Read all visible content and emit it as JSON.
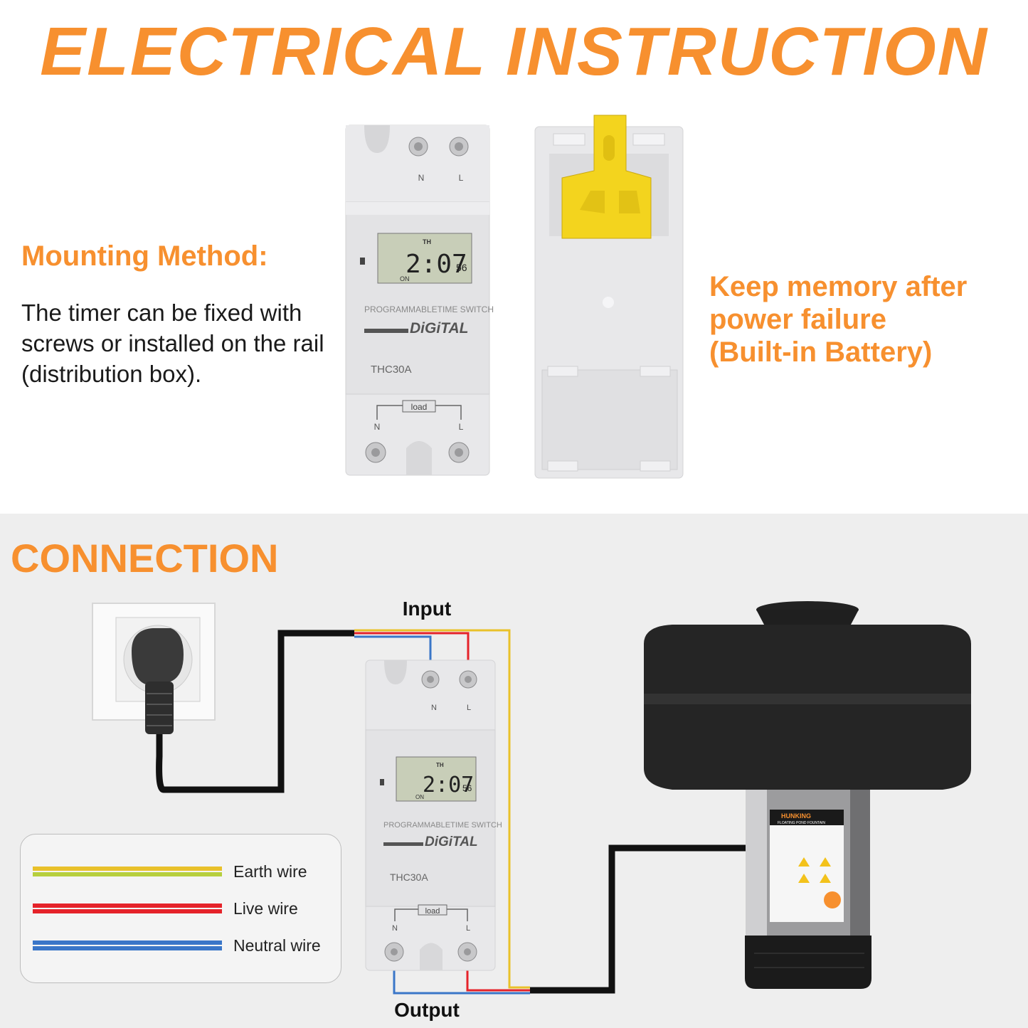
{
  "title": "ELECTRICAL INSTRUCTION",
  "mounting": {
    "heading": "Mounting Method:",
    "text": "The timer can be fixed with screws or installed on the rail (distribution box)."
  },
  "memory": {
    "line1": "Keep memory after",
    "line2": "power failure",
    "line3": "(Built-in Battery)"
  },
  "timer": {
    "terminal_n": "N",
    "terminal_l": "L",
    "display_day": "TH",
    "display_time": "2:07",
    "display_sec": "56",
    "display_state": "ON",
    "brand_line": "PROGRAMMABLETIME SWITCH",
    "digital": "DiGiTAL",
    "model": "THC30A",
    "load": "load"
  },
  "connection": {
    "heading": "CONNECTION",
    "input_label": "Input",
    "output_label": "Output"
  },
  "fountain_label": {
    "brand": "HUNKING",
    "product": "FLOATING POND FOUNTAIN"
  },
  "legend": [
    {
      "label": "Earth wire",
      "colors": [
        "#e9c12a",
        "#b6cf3e"
      ]
    },
    {
      "label": "Live wire",
      "colors": [
        "#e5232a",
        "#e5232a"
      ]
    },
    {
      "label": "Neutral wire",
      "colors": [
        "#3a76c8",
        "#3a76c8"
      ]
    }
  ],
  "colors": {
    "accent": "#f7902f",
    "earth": "#e9c12a",
    "live": "#e5232a",
    "neutral": "#3a76c8",
    "cable": "#111111"
  }
}
